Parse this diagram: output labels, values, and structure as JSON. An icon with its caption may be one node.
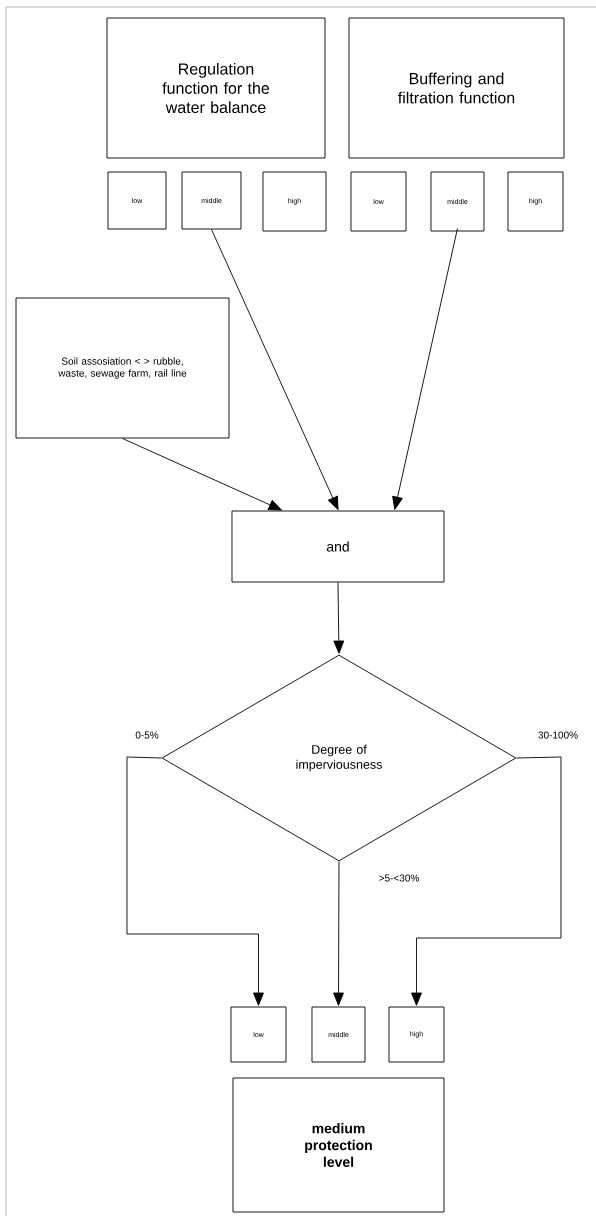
{
  "diagram": {
    "nodes": [
      {
        "text": [
          "Regulation function for the water balance"
        ]
      },
      {
        "text": [
          "Buffering and filtration function"
        ]
      },
      {
        "text": [
          "low"
        ]
      },
      {
        "text": [
          "middle"
        ]
      },
      {
        "text": [
          "high"
        ]
      },
      {
        "text": [
          "low"
        ]
      },
      {
        "text": [
          "middle"
        ]
      },
      {
        "text": [
          "high"
        ]
      },
      {
        "text": [
          "Soil assosiation < > rubble, waste, sewage farm, rail line"
        ]
      },
      {
        "text": [
          "and"
        ]
      },
      {
        "text": [
          "Degree of imperviousness"
        ]
      },
      {
        "text": [
          "low"
        ]
      },
      {
        "text": [
          "middle"
        ]
      },
      {
        "text": [
          "high"
        ]
      },
      {
        "text": [
          "medium protection level"
        ]
      }
    ],
    "edges": [
      {
        "from": 3,
        "to": 9,
        "arrow": "to"
      },
      {
        "from": 6,
        "to": 9,
        "arrow": "to"
      },
      {
        "from": 8,
        "to": 9,
        "arrow": "to"
      },
      {
        "from": 9,
        "to": 10,
        "arrow": "to"
      },
      {
        "from": 10,
        "to": 11,
        "arrow": "to",
        "label": "0-5%"
      },
      {
        "from": 10,
        "to": 12,
        "arrow": "to",
        "label": ">5-<30%"
      },
      {
        "from": 10,
        "to": 13,
        "arrow": "to",
        "label": "30-100%"
      }
    ]
  }
}
